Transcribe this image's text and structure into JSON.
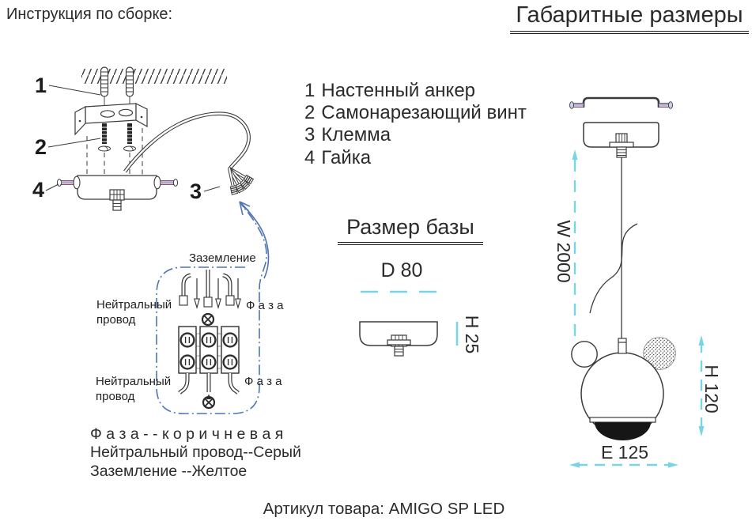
{
  "header": {
    "left_title": "Инструкция по сборке:",
    "right_title": "Габаритные размеры"
  },
  "parts": {
    "items": [
      {
        "num": "1",
        "label": "Настенный анкер"
      },
      {
        "num": "2",
        "label": "Самонарезающий винт"
      },
      {
        "num": "3",
        "label": "Клемма"
      },
      {
        "num": "4",
        "label": "Гайка"
      }
    ]
  },
  "assembly": {
    "callout_1": "1",
    "callout_2": "2",
    "callout_3": "3",
    "callout_4": "4"
  },
  "wiring": {
    "ground": "Заземление",
    "neutral_line1": "Нейтральный",
    "neutral_line2": "провод",
    "phase": "Ф а з а",
    "legend": [
      "Ф а з а - - к о р и ч н е в а я",
      "Нейтральный провод--Серый",
      "Заземление --Желтое"
    ]
  },
  "base": {
    "title": "Размер базы",
    "dim_diameter": "D 80",
    "dim_height": "H 25"
  },
  "pendant": {
    "dim_wire": "W 2000",
    "dim_height": "H 120",
    "dim_width": "E 125"
  },
  "footer": {
    "article": "Артикул товара: AMIGO SP LED"
  },
  "colors": {
    "cyan": "#79d4e6",
    "blue": "#4f74b4",
    "ink": "#2b2b2b"
  }
}
